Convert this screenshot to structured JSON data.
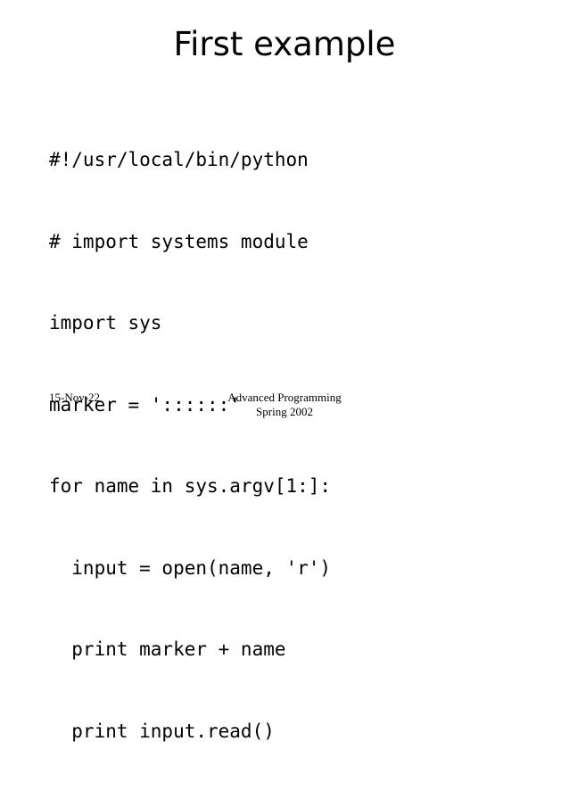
{
  "slide": {
    "title": "First example",
    "code_lines": [
      "#!/usr/local/bin/python",
      "# import systems module",
      "import sys",
      "marker = '::::::'",
      "for name in sys.argv[1:]:",
      "  input = open(name, 'r')",
      "  print marker + name",
      "  print input.read()"
    ]
  },
  "footer": {
    "date": "15-Nov-22",
    "course_line1": "Advanced Programming",
    "course_line2": "Spring 2002"
  }
}
